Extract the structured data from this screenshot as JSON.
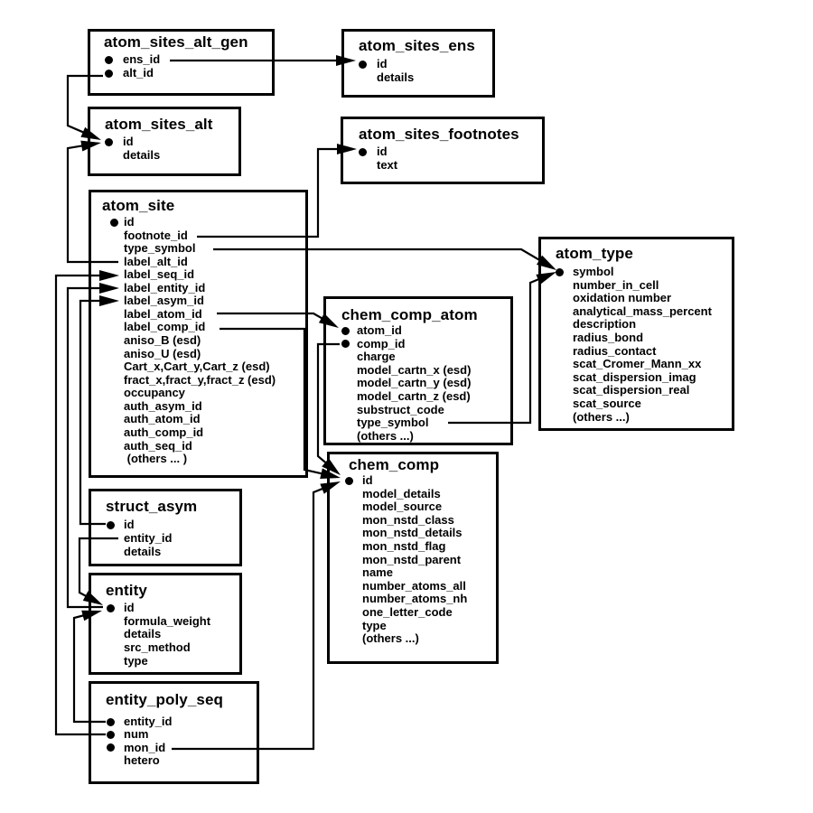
{
  "diagram": {
    "tables": [
      {
        "name": "atom_sites_alt_gen",
        "fields": [
          {
            "name": "ens_id",
            "key": true
          },
          {
            "name": "alt_id",
            "key": true
          }
        ]
      },
      {
        "name": "atom_sites_ens",
        "fields": [
          {
            "name": "id",
            "key": true
          },
          {
            "name": "details",
            "key": false
          }
        ]
      },
      {
        "name": "atom_sites_alt",
        "fields": [
          {
            "name": "id",
            "key": true
          },
          {
            "name": "details",
            "key": false
          }
        ]
      },
      {
        "name": "atom_sites_footnotes",
        "fields": [
          {
            "name": "id",
            "key": true
          },
          {
            "name": "text",
            "key": false
          }
        ]
      },
      {
        "name": "atom_site",
        "fields": [
          {
            "name": "id",
            "key": true
          },
          {
            "name": "footnote_id",
            "key": false
          },
          {
            "name": "type_symbol",
            "key": false
          },
          {
            "name": "label_alt_id",
            "key": false
          },
          {
            "name": "label_seq_id",
            "key": false
          },
          {
            "name": "label_entity_id",
            "key": false
          },
          {
            "name": "label_asym_id",
            "key": false
          },
          {
            "name": "label_atom_id",
            "key": false
          },
          {
            "name": "label_comp_id",
            "key": false
          },
          {
            "name": "aniso_B (esd)",
            "key": false
          },
          {
            "name": "aniso_U (esd)",
            "key": false
          },
          {
            "name": "Cart_x,Cart_y,Cart_z (esd)",
            "key": false
          },
          {
            "name": "fract_x,fract_y,fract_z (esd)",
            "key": false
          },
          {
            "name": "occupancy",
            "key": false
          },
          {
            "name": "auth_asym_id",
            "key": false
          },
          {
            "name": "auth_atom_id",
            "key": false
          },
          {
            "name": "auth_comp_id",
            "key": false
          },
          {
            "name": "auth_seq_id",
            "key": false
          },
          {
            "name": " (others ... )",
            "key": false
          }
        ]
      },
      {
        "name": "atom_type",
        "fields": [
          {
            "name": "symbol",
            "key": true
          },
          {
            "name": "number_in_cell",
            "key": false
          },
          {
            "name": "oxidation number",
            "key": false
          },
          {
            "name": "analytical_mass_percent",
            "key": false
          },
          {
            "name": "description",
            "key": false
          },
          {
            "name": "radius_bond",
            "key": false
          },
          {
            "name": "radius_contact",
            "key": false
          },
          {
            "name": "scat_Cromer_Mann_xx",
            "key": false
          },
          {
            "name": "scat_dispersion_imag",
            "key": false
          },
          {
            "name": "scat_dispersion_real",
            "key": false
          },
          {
            "name": "scat_source",
            "key": false
          },
          {
            "name": "(others ...)",
            "key": false
          }
        ]
      },
      {
        "name": "chem_comp_atom",
        "fields": [
          {
            "name": "atom_id",
            "key": true
          },
          {
            "name": "comp_id",
            "key": true
          },
          {
            "name": "charge",
            "key": false
          },
          {
            "name": "model_cartn_x (esd)",
            "key": false
          },
          {
            "name": "model_cartn_y (esd)",
            "key": false
          },
          {
            "name": "model_cartn_z (esd)",
            "key": false
          },
          {
            "name": "substruct_code",
            "key": false
          },
          {
            "name": "type_symbol",
            "key": false
          },
          {
            "name": "(others ...)",
            "key": false
          }
        ]
      },
      {
        "name": "chem_comp",
        "fields": [
          {
            "name": "id",
            "key": true
          },
          {
            "name": "model_details",
            "key": false
          },
          {
            "name": "model_source",
            "key": false
          },
          {
            "name": "mon_nstd_class",
            "key": false
          },
          {
            "name": "mon_nstd_details",
            "key": false
          },
          {
            "name": "mon_nstd_flag",
            "key": false
          },
          {
            "name": "mon_nstd_parent",
            "key": false
          },
          {
            "name": "name",
            "key": false
          },
          {
            "name": "number_atoms_all",
            "key": false
          },
          {
            "name": "number_atoms_nh",
            "key": false
          },
          {
            "name": "one_letter_code",
            "key": false
          },
          {
            "name": "type",
            "key": false
          },
          {
            "name": "(others ...)",
            "key": false
          }
        ]
      },
      {
        "name": "struct_asym",
        "fields": [
          {
            "name": "id",
            "key": true
          },
          {
            "name": "entity_id",
            "key": false
          },
          {
            "name": "details",
            "key": false
          }
        ]
      },
      {
        "name": "entity",
        "fields": [
          {
            "name": "id",
            "key": true
          },
          {
            "name": "formula_weight",
            "key": false
          },
          {
            "name": "details",
            "key": false
          },
          {
            "name": "src_method",
            "key": false
          },
          {
            "name": "type",
            "key": false
          }
        ]
      },
      {
        "name": "entity_poly_seq",
        "fields": [
          {
            "name": "entity_id",
            "key": true
          },
          {
            "name": "num",
            "key": true
          },
          {
            "name": "mon_id",
            "key": true
          },
          {
            "name": "hetero",
            "key": false
          }
        ]
      }
    ],
    "relationships": [
      {
        "from": "atom_sites_alt_gen.ens_id",
        "to": "atom_sites_ens.id"
      },
      {
        "from": "atom_sites_alt_gen.alt_id",
        "to": "atom_sites_alt.id"
      },
      {
        "from": "atom_site.label_alt_id",
        "to": "atom_sites_alt.id"
      },
      {
        "from": "atom_site.footnote_id",
        "to": "atom_sites_footnotes.id"
      },
      {
        "from": "atom_site.type_symbol",
        "to": "atom_type.symbol"
      },
      {
        "from": "chem_comp_atom.type_symbol",
        "to": "atom_type.symbol"
      },
      {
        "from": "atom_site.label_atom_id",
        "to": "chem_comp_atom.atom_id"
      },
      {
        "from": "atom_site.label_comp_id",
        "to": "chem_comp.id"
      },
      {
        "from": "chem_comp_atom.comp_id",
        "to": "chem_comp.id"
      },
      {
        "from": "entity_poly_seq.mon_id",
        "to": "chem_comp.id"
      },
      {
        "from": "entity_poly_seq.num",
        "to": "atom_site.label_seq_id"
      },
      {
        "from": "entity.id",
        "to": "atom_site.label_entity_id"
      },
      {
        "from": "struct_asym.id",
        "to": "atom_site.label_asym_id"
      },
      {
        "from": "struct_asym.entity_id",
        "to": "entity.id"
      },
      {
        "from": "entity_poly_seq.entity_id",
        "to": "entity.id"
      }
    ]
  }
}
